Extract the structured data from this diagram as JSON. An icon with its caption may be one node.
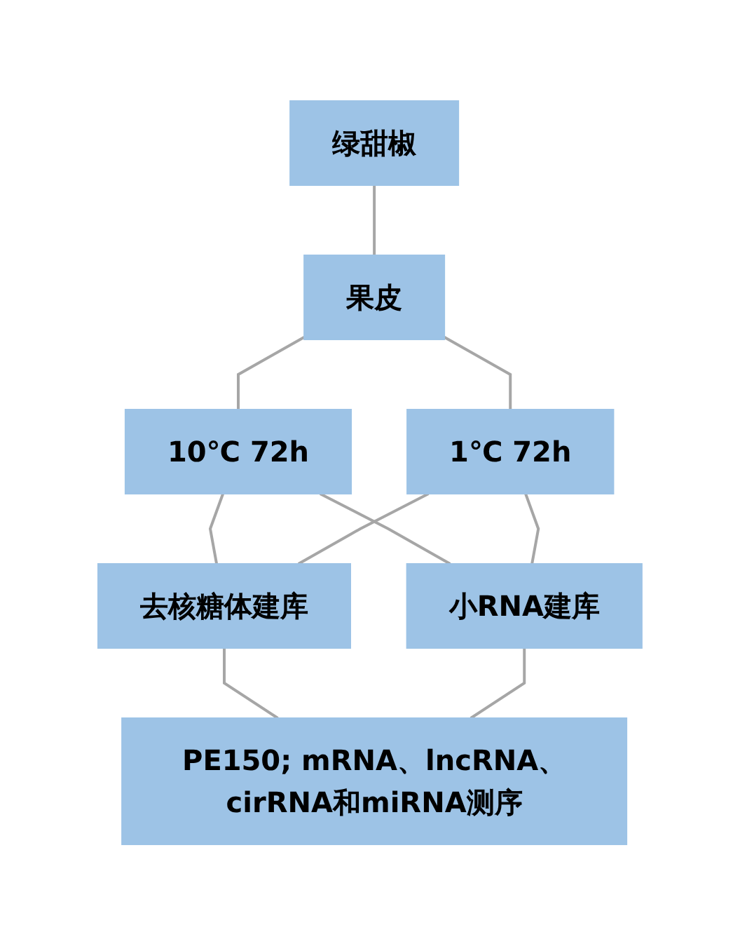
{
  "diagram": {
    "nodes": [
      {
        "text": [
          "绿甜椒"
        ]
      },
      {
        "text": [
          "果皮"
        ]
      },
      {
        "text": [
          "10℃ 72h"
        ]
      },
      {
        "text": [
          "1℃ 72h"
        ]
      },
      {
        "text": [
          "去核糖体建库"
        ]
      },
      {
        "text": [
          "小RNA建库"
        ]
      },
      {
        "text": [
          "PE150; mRNA、lncRNA、cirRNA和miRNA测序"
        ]
      }
    ],
    "edges": [
      {
        "from": 0,
        "to": 1,
        "arrow": "none"
      },
      {
        "from": 1,
        "to": 2,
        "arrow": "none"
      },
      {
        "from": 1,
        "to": 3,
        "arrow": "none"
      },
      {
        "from": 2,
        "to": 4,
        "arrow": "none"
      },
      {
        "from": 2,
        "to": 5,
        "arrow": "none"
      },
      {
        "from": 3,
        "to": 4,
        "arrow": "none"
      },
      {
        "from": 3,
        "to": 5,
        "arrow": "none"
      },
      {
        "from": 4,
        "to": 6,
        "arrow": "none"
      },
      {
        "from": 5,
        "to": 6,
        "arrow": "none"
      }
    ]
  }
}
